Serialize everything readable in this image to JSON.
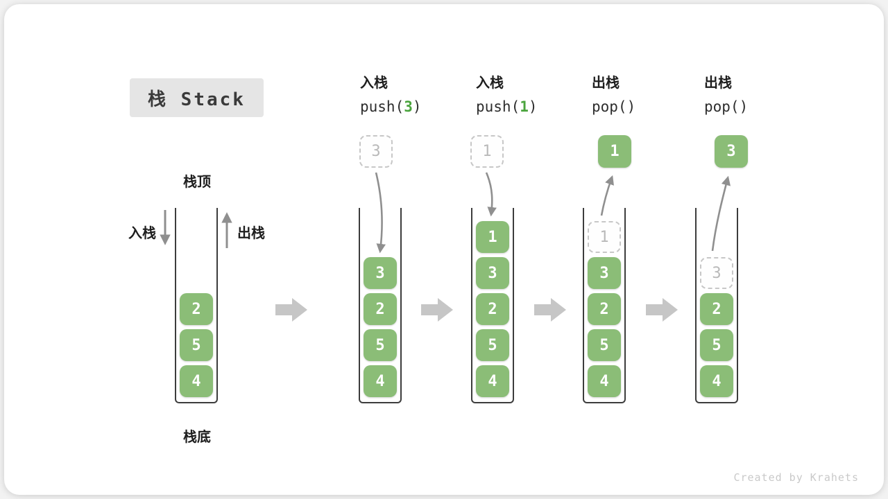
{
  "title": "栈 Stack",
  "credit": "Created by Krahets",
  "colors": {
    "block_green": "#8bbd77",
    "accent_green": "#4aa43d",
    "flow_arrow_gray": "#909090",
    "transition_arrow_gray": "#c6c6c6",
    "title_chip_bg": "#e5e5e5",
    "ghost_border": "#c7c7c7"
  },
  "demo": {
    "top_label": "栈顶",
    "bottom_label": "栈底",
    "push_label": "入栈",
    "pop_label": "出栈",
    "blocks": [
      "2",
      "5",
      "4"
    ]
  },
  "steps": [
    {
      "op_label": "入栈",
      "code_before": "push(",
      "code_value": "3",
      "code_after": ")",
      "float_value": "3",
      "float_kind": "ghost",
      "blocks": [
        {
          "value": "3"
        },
        {
          "value": "2"
        },
        {
          "value": "5"
        },
        {
          "value": "4"
        }
      ]
    },
    {
      "op_label": "入栈",
      "code_before": "push(",
      "code_value": "1",
      "code_after": ")",
      "float_value": "1",
      "float_kind": "ghost",
      "blocks": [
        {
          "value": "1"
        },
        {
          "value": "3"
        },
        {
          "value": "2"
        },
        {
          "value": "5"
        },
        {
          "value": "4"
        }
      ]
    },
    {
      "op_label": "出栈",
      "code_before": "pop(",
      "code_value": "",
      "code_after": ")",
      "float_value": "1",
      "float_kind": "solid",
      "blocks": [
        {
          "value": "1",
          "ghost": true
        },
        {
          "value": "3"
        },
        {
          "value": "2"
        },
        {
          "value": "5"
        },
        {
          "value": "4"
        }
      ]
    },
    {
      "op_label": "出栈",
      "code_before": "pop(",
      "code_value": "",
      "code_after": ")",
      "float_value": "3",
      "float_kind": "solid",
      "blocks": [
        {
          "value": "3",
          "ghost": true
        },
        {
          "value": "2"
        },
        {
          "value": "5"
        },
        {
          "value": "4"
        }
      ]
    }
  ]
}
